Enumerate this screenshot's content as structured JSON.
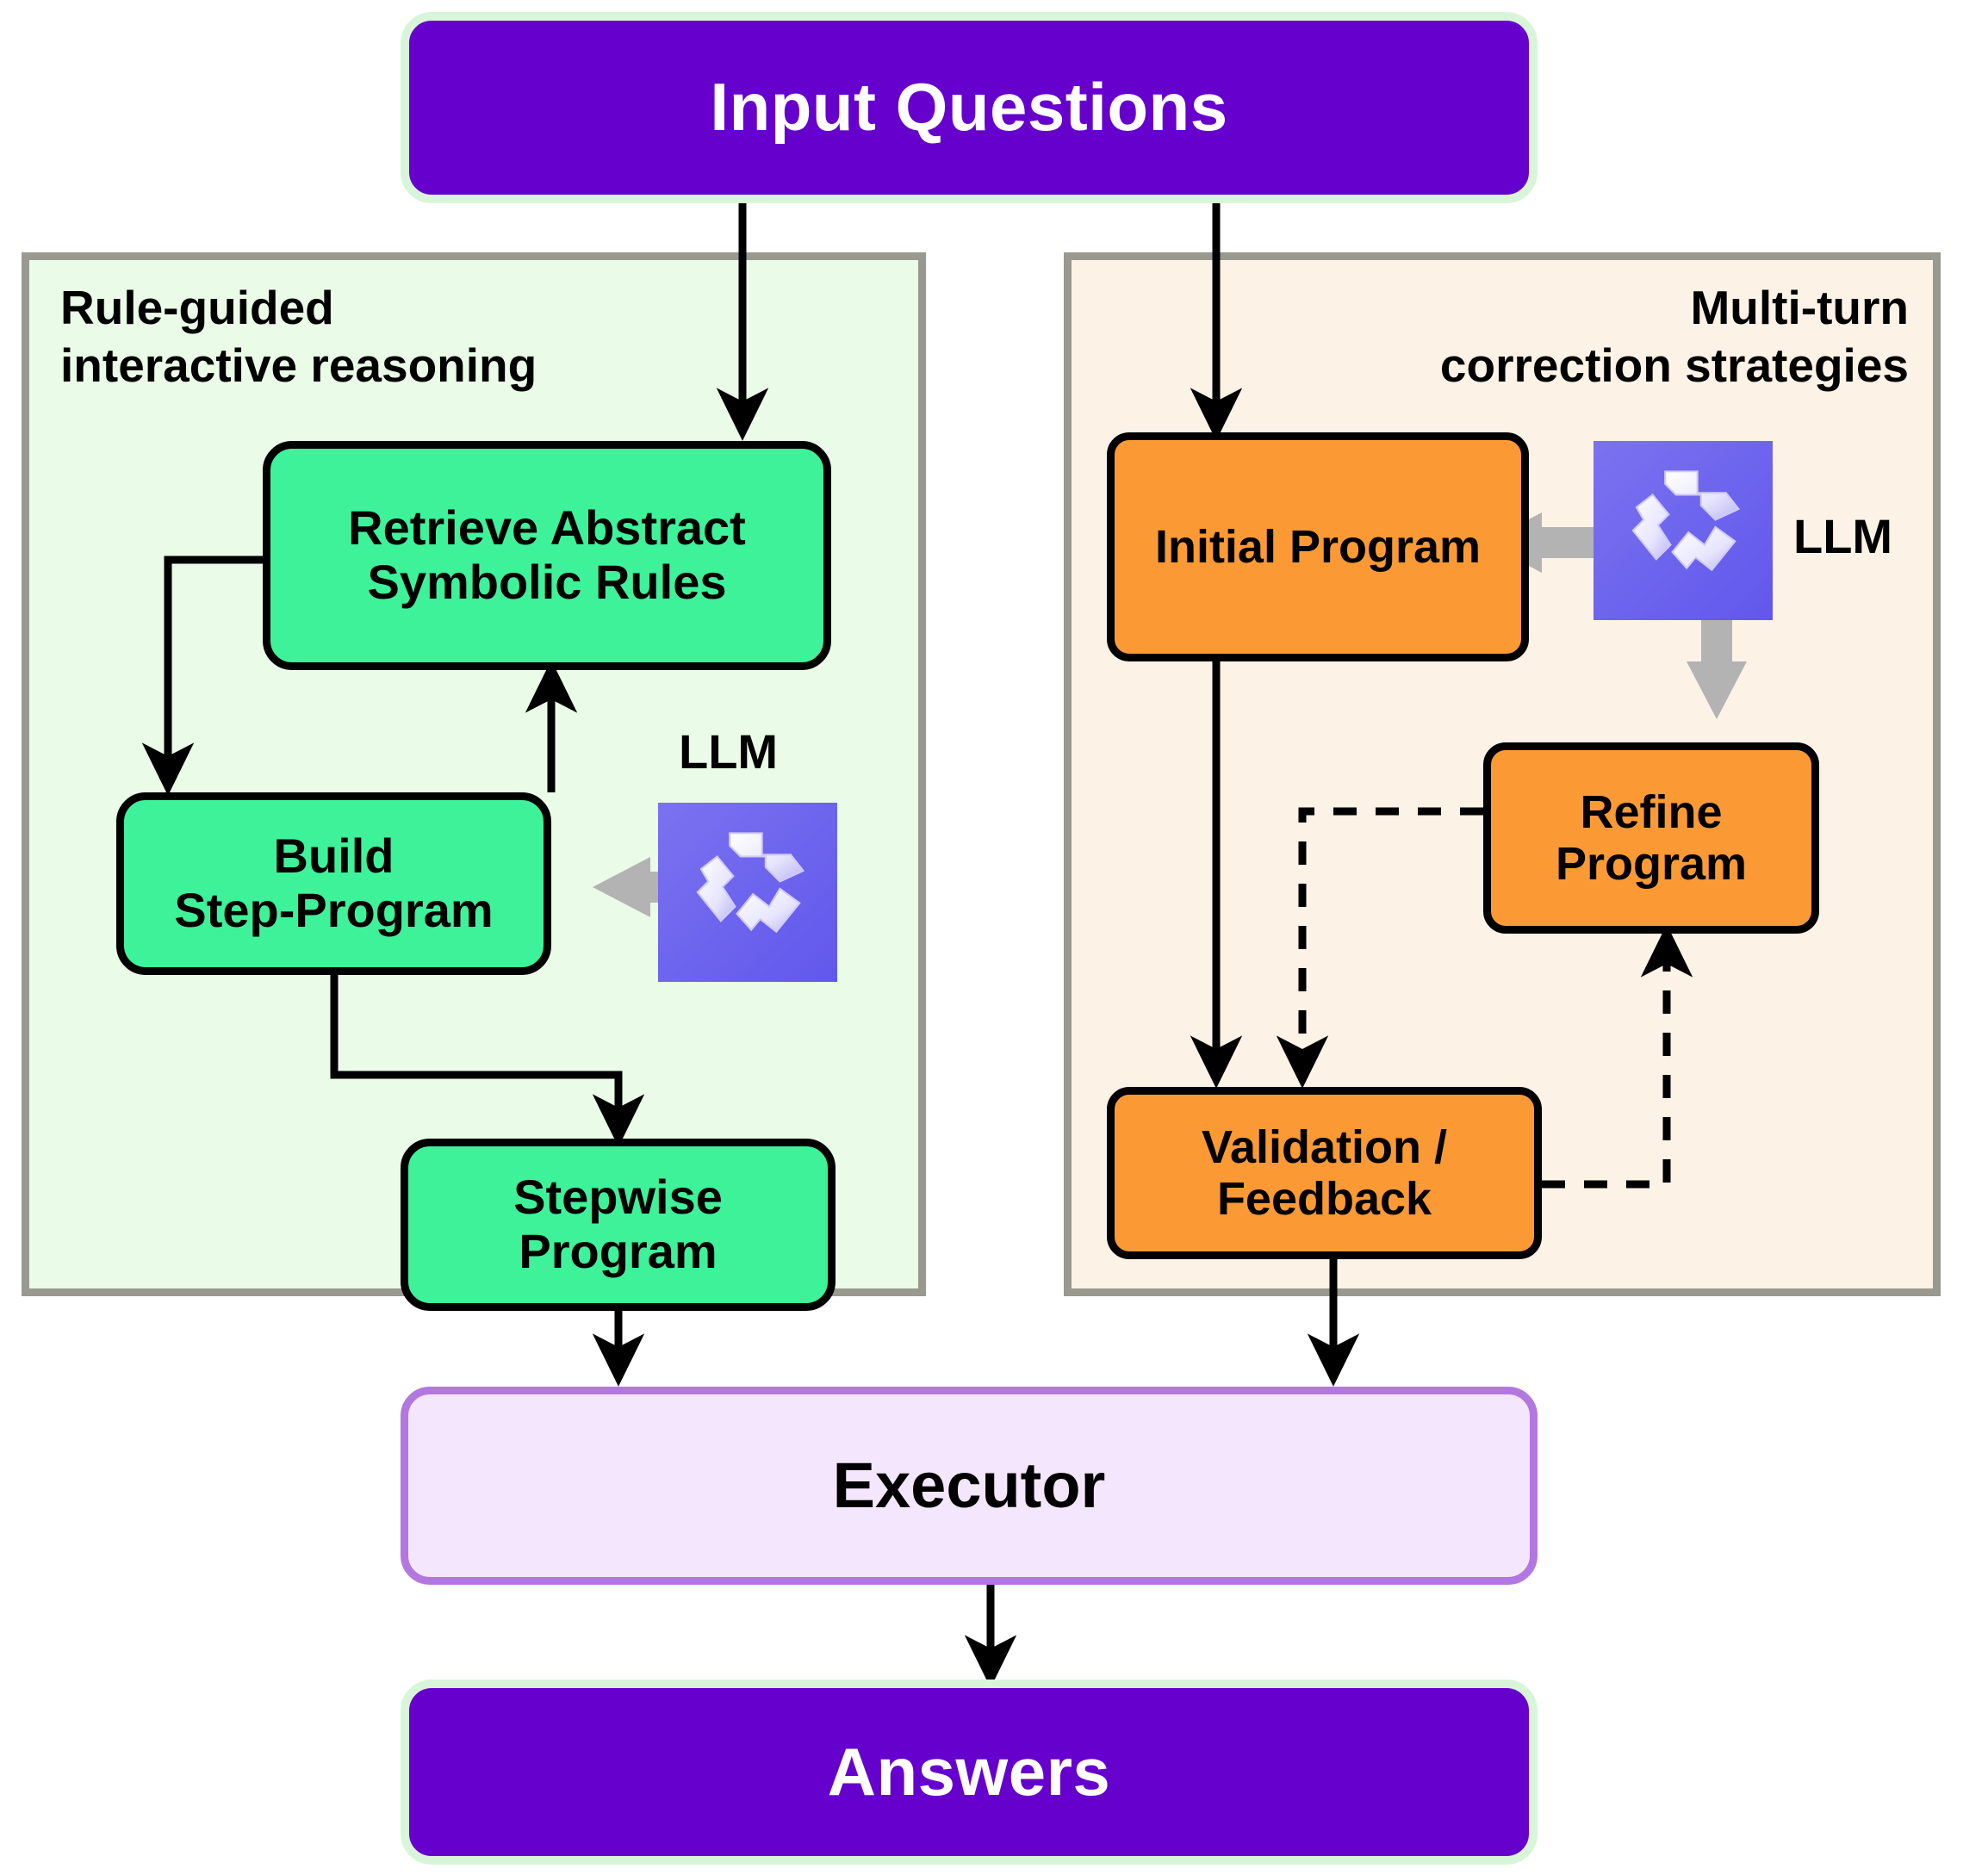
{
  "diagram": {
    "title_top": "Input Questions",
    "title_bottom": "Answers",
    "executor_label": "Executor"
  },
  "panels": {
    "left": {
      "title": "Rule-guided\ninteractive reasoning",
      "background": "#eafbe7",
      "border": "#999990"
    },
    "right": {
      "title": "Multi-turn\ncorrection strategies",
      "background": "#fdf2e6",
      "border": "#999990"
    }
  },
  "nodes": {
    "retrieve_rules": "Retrieve Abstract\nSymbolic Rules",
    "build_step_program": "Build\nStep-Program",
    "stepwise_program": "Stepwise\nProgram",
    "initial_program": "Initial Program",
    "refine_program": "Refine\nProgram",
    "validation_feedback": "Validation /\nFeedback"
  },
  "llm": {
    "label_left": "LLM",
    "label_right": "LLM",
    "icon_name": "llm-logo-icon",
    "icon_background": "#6f66ee"
  },
  "colors": {
    "terminal_fill": "#6600cc",
    "terminal_text": "#ffffff",
    "terminal_outline": "#d9f5d9",
    "green_node": "#3ef29a",
    "orange_node": "#fb9a34",
    "executor_fill": "#f4e6fc",
    "executor_border": "#b377e0",
    "arrow": "#000000",
    "thick_arrow": "#b3b3b3"
  },
  "edges": [
    {
      "from": "Input Questions",
      "to": "Retrieve Abstract Symbolic Rules",
      "style": "solid"
    },
    {
      "from": "Input Questions",
      "to": "Initial Program",
      "style": "solid"
    },
    {
      "from": "Retrieve Abstract Symbolic Rules",
      "to": "Build Step-Program",
      "style": "solid"
    },
    {
      "from": "Build Step-Program",
      "to": "Retrieve Abstract Symbolic Rules",
      "style": "solid"
    },
    {
      "from": "Build Step-Program",
      "to": "Stepwise Program",
      "style": "solid"
    },
    {
      "from": "Stepwise Program",
      "to": "Executor",
      "style": "solid"
    },
    {
      "from": "LLM",
      "to": "Build Step-Program",
      "style": "thick"
    },
    {
      "from": "LLM",
      "to": "Initial Program",
      "style": "thick"
    },
    {
      "from": "LLM",
      "to": "Refine Program",
      "style": "thick"
    },
    {
      "from": "Initial Program",
      "to": "Validation / Feedback",
      "style": "solid"
    },
    {
      "from": "Validation / Feedback",
      "to": "Refine Program",
      "style": "dashed"
    },
    {
      "from": "Refine Program",
      "to": "Validation / Feedback",
      "style": "dashed"
    },
    {
      "from": "Validation / Feedback",
      "to": "Executor",
      "style": "solid"
    },
    {
      "from": "Executor",
      "to": "Answers",
      "style": "solid"
    }
  ]
}
